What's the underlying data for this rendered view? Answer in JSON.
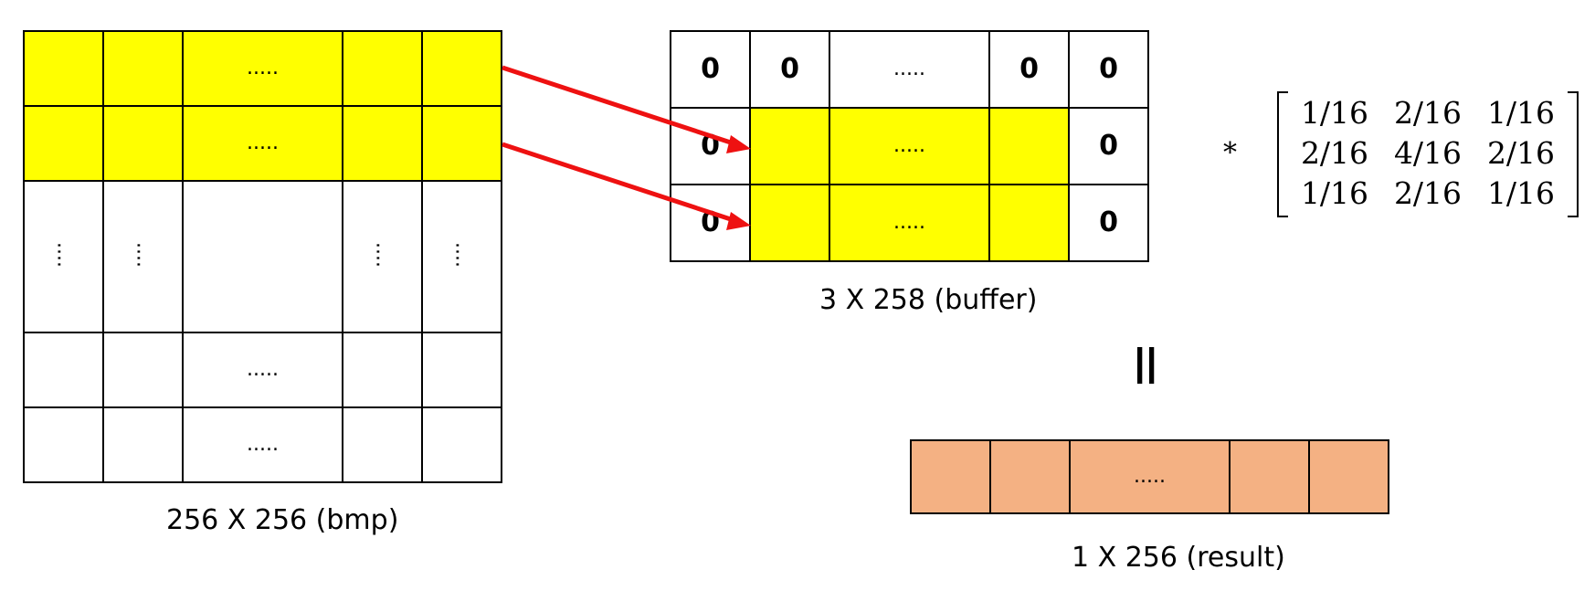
{
  "bmp": {
    "caption": "256 X 256 (bmp)",
    "ellipsis": ".....",
    "vertical_ellipsis": "...."
  },
  "buffer": {
    "caption": "3 X 258 (buffer)",
    "zero": "0",
    "ellipsis": "....."
  },
  "kernel": {
    "operator": "*",
    "rows": [
      [
        "1/16",
        "2/16",
        "1/16"
      ],
      [
        "2/16",
        "4/16",
        "2/16"
      ],
      [
        "1/16",
        "2/16",
        "1/16"
      ]
    ]
  },
  "equals": "=",
  "result": {
    "caption": "1 X 256 (result)",
    "ellipsis": "....."
  },
  "colors": {
    "highlight": "#ffff00",
    "result_fill": "#f4b183",
    "arrow": "#ee1111"
  }
}
